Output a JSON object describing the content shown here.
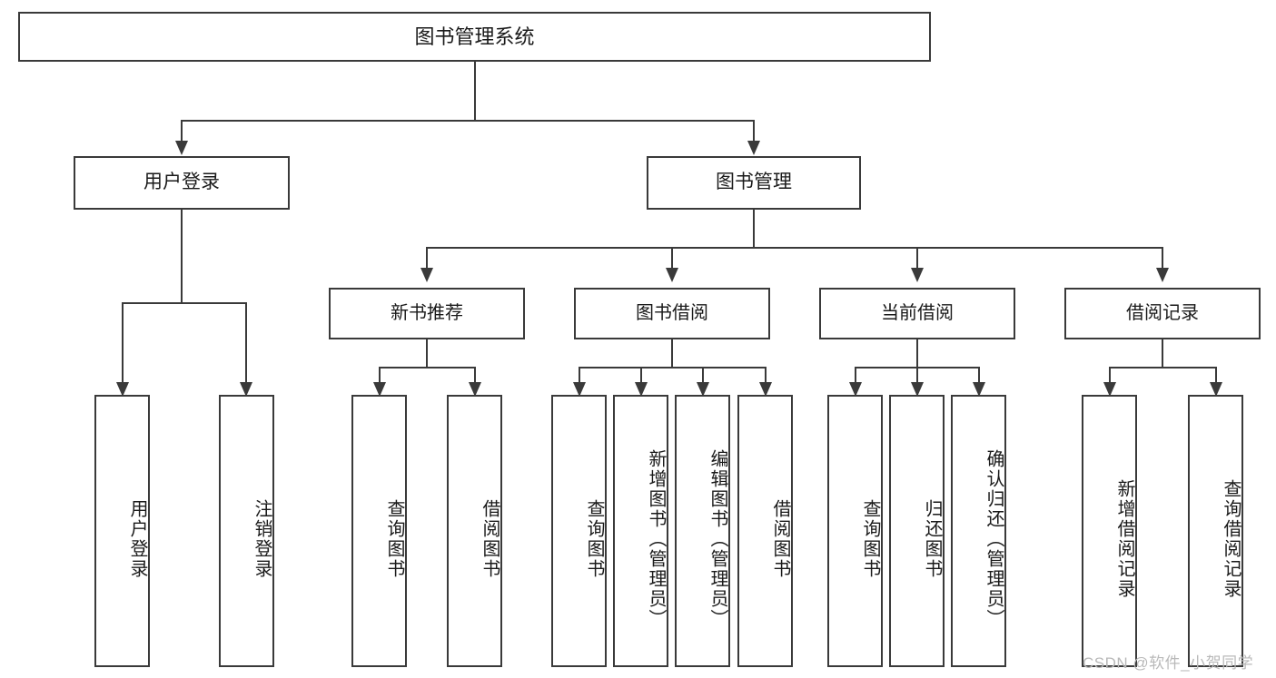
{
  "diagram": {
    "type": "tree-hierarchy",
    "title": "图书管理系统",
    "root": {
      "label": "图书管理系统"
    },
    "level1": [
      {
        "label": "用户登录"
      },
      {
        "label": "图书管理"
      }
    ],
    "level2": [
      {
        "label": "新书推荐"
      },
      {
        "label": "图书借阅"
      },
      {
        "label": "当前借阅"
      },
      {
        "label": "借阅记录"
      }
    ],
    "leaves": {
      "user_login": [
        {
          "label": "用户登录"
        },
        {
          "label": "注销登录"
        }
      ],
      "new_book_recommend": [
        {
          "label": "查询图书"
        },
        {
          "label": "借阅图书"
        }
      ],
      "book_borrow": [
        {
          "label": "查询图书"
        },
        {
          "label": "新增图书（管理员）"
        },
        {
          "label": "编辑图书（管理员）"
        },
        {
          "label": "借阅图书"
        }
      ],
      "current_borrow": [
        {
          "label": "查询图书"
        },
        {
          "label": "归还图书"
        },
        {
          "label": "确认归还（管理员）"
        }
      ],
      "borrow_record": [
        {
          "label": "新增借阅记录"
        },
        {
          "label": "查询借阅记录"
        }
      ]
    }
  },
  "watermark": {
    "text": "CSDN @软件_小贺同学"
  },
  "colors": {
    "border": "#3a3a3a",
    "background": "#ffffff",
    "text": "#1a1a1a",
    "watermark": "#b9b9b9"
  }
}
